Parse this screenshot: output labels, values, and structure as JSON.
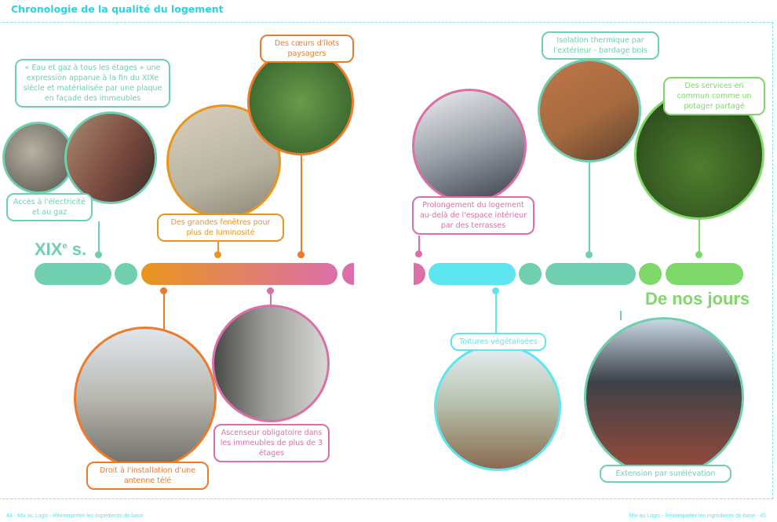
{
  "title": "Chronologie de la qualité du logement",
  "era_start": "XIX",
  "era_start_sup": "e",
  "era_start_suffix": " s.",
  "era_end": "De nos jours",
  "labels": {
    "eau_gaz": "« Eau et gaz à tous les étages » une expression apparue à la fin du XIXe siècle et matérialisée par une plaque en façade des immeubles",
    "electricite": "Accès à l'électricité et au gaz",
    "fenetres": "Des grandes fenêtres pour plus de luminosité",
    "ilots": "Des cœurs d'îlots paysagers",
    "antenne": "Droit à l'installation d'une antenne télé",
    "ascenseur": "Ascenseur obligatoire dans les immeubles de plus de 3 étages",
    "terrasses": "Prolongement du logement au-delà de l'espace intérieur par des terrasses",
    "isolation": "Isolation thermique par l'extérieur - bardage bois",
    "services": "Des services en commun comme un potager partagé",
    "toitures": "Toitures végétalisées",
    "surelevation": "Extension par surélévation"
  },
  "footer": {
    "left": "44 - Mix au Logis - Réinterpréter les ingrédients de base",
    "right": "Mix au Logis - Réinterpréter les ingrédients de base - 45"
  },
  "colors": {
    "teal": "#6fcfb0",
    "orange": "#e9961e",
    "dark_orange": "#ef7a2a",
    "pink": "#db6fa8",
    "cyan": "#5ee6f0",
    "green": "#7ed86a"
  }
}
